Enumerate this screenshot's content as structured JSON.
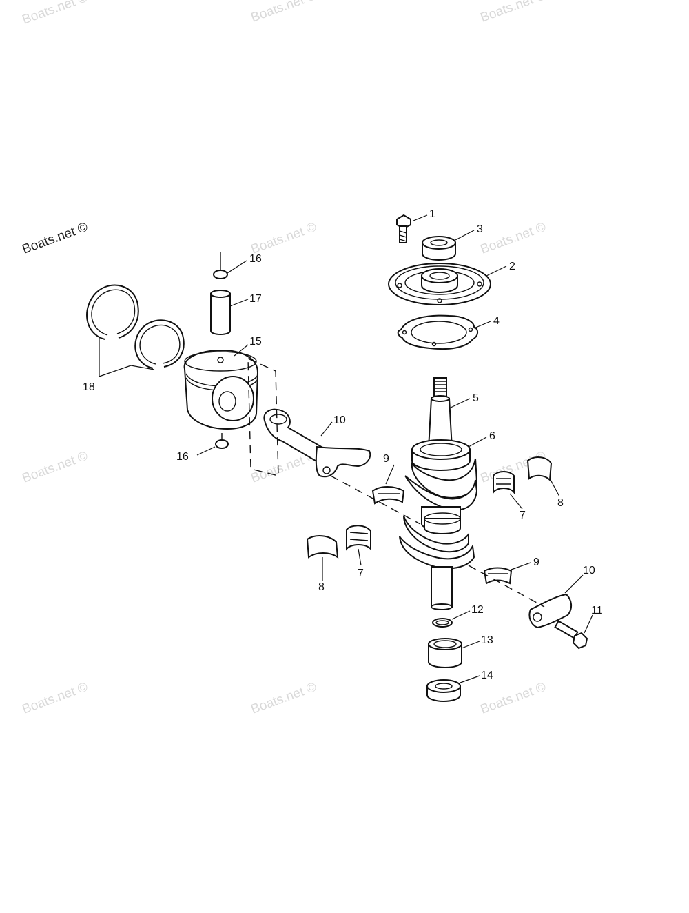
{
  "watermark": {
    "text": "Boats.net ©",
    "primary_text": "Boats.net ©"
  },
  "colors": {
    "line": "#111111",
    "background": "#ffffff",
    "watermark": "#d9d9d9"
  },
  "callouts": {
    "c1": "1",
    "c2": "2",
    "c3": "3",
    "c4": "4",
    "c5": "5",
    "c6": "6",
    "c7a": "7",
    "c7b": "7",
    "c8a": "8",
    "c8b": "8",
    "c9a": "9",
    "c9b": "9",
    "c10a": "10",
    "c10b": "10",
    "c11": "11",
    "c12": "12",
    "c13": "13",
    "c14": "14",
    "c15": "15",
    "c16a": "16",
    "c16b": "16",
    "c17": "17",
    "c18": "18"
  }
}
